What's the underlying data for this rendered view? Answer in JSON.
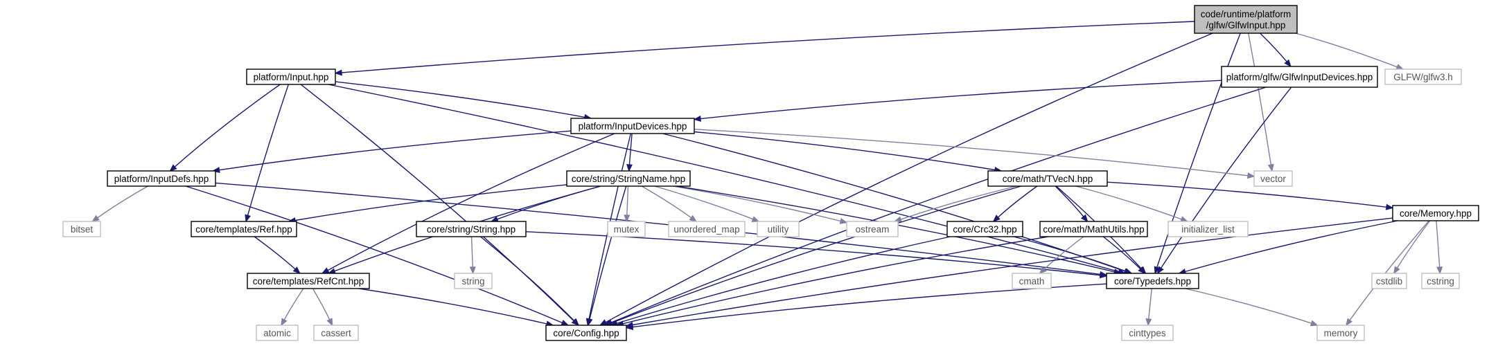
{
  "nodes": [
    {
      "id": "glfw_input",
      "label": [
        "code/runtime/platform",
        "/glfw/GlfwInput.hpp"
      ],
      "kind": "root"
    },
    {
      "id": "input",
      "label": [
        "platform/Input.hpp"
      ],
      "kind": "local"
    },
    {
      "id": "glfw_input_devices",
      "label": [
        "platform/glfw/GlfwInputDevices.hpp"
      ],
      "kind": "local"
    },
    {
      "id": "glfw3",
      "label": [
        "GLFW/glfw3.h"
      ],
      "kind": "external"
    },
    {
      "id": "input_devices",
      "label": [
        "platform/InputDevices.hpp"
      ],
      "kind": "local"
    },
    {
      "id": "input_defs",
      "label": [
        "platform/InputDefs.hpp"
      ],
      "kind": "local"
    },
    {
      "id": "string_name",
      "label": [
        "core/string/StringName.hpp"
      ],
      "kind": "local"
    },
    {
      "id": "tvecn",
      "label": [
        "core/math/TVecN.hpp"
      ],
      "kind": "local"
    },
    {
      "id": "vector",
      "label": [
        "vector"
      ],
      "kind": "external"
    },
    {
      "id": "bitset",
      "label": [
        "bitset"
      ],
      "kind": "external"
    },
    {
      "id": "ref",
      "label": [
        "core/templates/Ref.hpp"
      ],
      "kind": "local"
    },
    {
      "id": "string",
      "label": [
        "core/string/String.hpp"
      ],
      "kind": "local"
    },
    {
      "id": "mutex",
      "label": [
        "mutex"
      ],
      "kind": "external"
    },
    {
      "id": "unordered_map",
      "label": [
        "unordered_map"
      ],
      "kind": "external"
    },
    {
      "id": "utility",
      "label": [
        "utility"
      ],
      "kind": "external"
    },
    {
      "id": "ostream",
      "label": [
        "ostream"
      ],
      "kind": "external"
    },
    {
      "id": "crc32",
      "label": [
        "core/Crc32.hpp"
      ],
      "kind": "local"
    },
    {
      "id": "math_utils",
      "label": [
        "core/math/MathUtils.hpp"
      ],
      "kind": "local"
    },
    {
      "id": "initializer_list",
      "label": [
        "initializer_list"
      ],
      "kind": "external"
    },
    {
      "id": "memory_hpp",
      "label": [
        "core/Memory.hpp"
      ],
      "kind": "local"
    },
    {
      "id": "std_string",
      "label": [
        "string"
      ],
      "kind": "external"
    },
    {
      "id": "refcnt",
      "label": [
        "core/templates/RefCnt.hpp"
      ],
      "kind": "local"
    },
    {
      "id": "cmath",
      "label": [
        "cmath"
      ],
      "kind": "external"
    },
    {
      "id": "typedefs",
      "label": [
        "core/Typedefs.hpp"
      ],
      "kind": "local"
    },
    {
      "id": "cstdlib",
      "label": [
        "cstdlib"
      ],
      "kind": "external"
    },
    {
      "id": "cstring",
      "label": [
        "cstring"
      ],
      "kind": "external"
    },
    {
      "id": "atomic",
      "label": [
        "atomic"
      ],
      "kind": "external"
    },
    {
      "id": "cassert",
      "label": [
        "cassert"
      ],
      "kind": "external"
    },
    {
      "id": "config",
      "label": [
        "core/Config.hpp"
      ],
      "kind": "local"
    },
    {
      "id": "cinttypes",
      "label": [
        "cinttypes"
      ],
      "kind": "external"
    },
    {
      "id": "memory",
      "label": [
        "memory"
      ],
      "kind": "external"
    }
  ],
  "edges": [
    [
      "glfw_input",
      "input"
    ],
    [
      "glfw_input",
      "glfw_input_devices"
    ],
    [
      "glfw_input",
      "glfw3"
    ],
    [
      "glfw_input",
      "vector"
    ],
    [
      "glfw_input",
      "typedefs"
    ],
    [
      "glfw_input",
      "config"
    ],
    [
      "input",
      "input_devices"
    ],
    [
      "input",
      "input_defs"
    ],
    [
      "input",
      "ref"
    ],
    [
      "input",
      "typedefs"
    ],
    [
      "input",
      "config"
    ],
    [
      "glfw_input_devices",
      "input_devices"
    ],
    [
      "glfw_input_devices",
      "typedefs"
    ],
    [
      "glfw_input_devices",
      "config"
    ],
    [
      "input_devices",
      "input_defs"
    ],
    [
      "input_devices",
      "string_name"
    ],
    [
      "input_devices",
      "tvecn"
    ],
    [
      "input_devices",
      "vector"
    ],
    [
      "input_devices",
      "refcnt"
    ],
    [
      "input_devices",
      "typedefs"
    ],
    [
      "input_devices",
      "config"
    ],
    [
      "input_defs",
      "bitset"
    ],
    [
      "input_defs",
      "typedefs"
    ],
    [
      "input_defs",
      "config"
    ],
    [
      "string_name",
      "ref"
    ],
    [
      "string_name",
      "string"
    ],
    [
      "string_name",
      "mutex"
    ],
    [
      "string_name",
      "unordered_map"
    ],
    [
      "string_name",
      "utility"
    ],
    [
      "string_name",
      "ostream"
    ],
    [
      "string_name",
      "refcnt"
    ],
    [
      "string_name",
      "typedefs"
    ],
    [
      "string_name",
      "config"
    ],
    [
      "tvecn",
      "ostream"
    ],
    [
      "tvecn",
      "crc32"
    ],
    [
      "tvecn",
      "math_utils"
    ],
    [
      "tvecn",
      "initializer_list"
    ],
    [
      "tvecn",
      "memory_hpp"
    ],
    [
      "tvecn",
      "typedefs"
    ],
    [
      "tvecn",
      "config"
    ],
    [
      "ref",
      "refcnt"
    ],
    [
      "string",
      "std_string"
    ],
    [
      "string",
      "typedefs"
    ],
    [
      "string",
      "config"
    ],
    [
      "crc32",
      "typedefs"
    ],
    [
      "crc32",
      "config"
    ],
    [
      "math_utils",
      "cmath"
    ],
    [
      "math_utils",
      "typedefs"
    ],
    [
      "math_utils",
      "config"
    ],
    [
      "memory_hpp",
      "typedefs"
    ],
    [
      "memory_hpp",
      "cstdlib"
    ],
    [
      "memory_hpp",
      "cstring"
    ],
    [
      "memory_hpp",
      "memory"
    ],
    [
      "memory_hpp",
      "config"
    ],
    [
      "refcnt",
      "atomic"
    ],
    [
      "refcnt",
      "cassert"
    ],
    [
      "refcnt",
      "config"
    ],
    [
      "typedefs",
      "cinttypes"
    ],
    [
      "typedefs",
      "memory"
    ],
    [
      "typedefs",
      "config"
    ]
  ],
  "colors": {
    "strong_edge": "#191970",
    "weak_edge": "#7f7f9f",
    "root_fill": "#bfbfbf",
    "external_border": "#bfbfbf"
  }
}
